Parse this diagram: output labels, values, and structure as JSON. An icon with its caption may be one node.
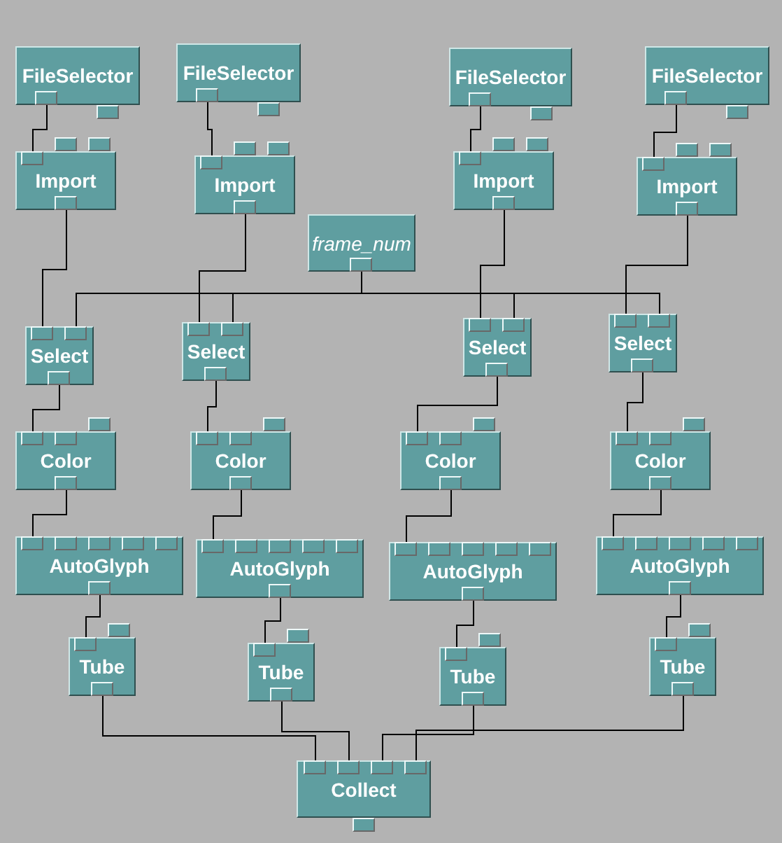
{
  "diagram": {
    "nodes": [
      {
        "text": [
          "FileSelector"
        ]
      },
      {
        "text": [
          "FileSelector"
        ]
      },
      {
        "text": [
          "FileSelector"
        ]
      },
      {
        "text": [
          "FileSelector"
        ]
      },
      {
        "text": [
          "Import"
        ]
      },
      {
        "text": [
          "Import"
        ]
      },
      {
        "text": [
          "Import"
        ]
      },
      {
        "text": [
          "Import"
        ]
      },
      {
        "text": [
          "frame_num"
        ]
      },
      {
        "text": [
          "Select"
        ]
      },
      {
        "text": [
          "Select"
        ]
      },
      {
        "text": [
          "Select"
        ]
      },
      {
        "text": [
          "Select"
        ]
      },
      {
        "text": [
          "Color"
        ]
      },
      {
        "text": [
          "Color"
        ]
      },
      {
        "text": [
          "Color"
        ]
      },
      {
        "text": [
          "Color"
        ]
      },
      {
        "text": [
          "AutoGlyph"
        ]
      },
      {
        "text": [
          "AutoGlyph"
        ]
      },
      {
        "text": [
          "AutoGlyph"
        ]
      },
      {
        "text": [
          "AutoGlyph"
        ]
      },
      {
        "text": [
          "Tube"
        ]
      },
      {
        "text": [
          "Tube"
        ]
      },
      {
        "text": [
          "Tube"
        ]
      },
      {
        "text": [
          "Tube"
        ]
      },
      {
        "text": [
          "Collect"
        ]
      }
    ],
    "edges": [
      {
        "from": 0,
        "to": 4,
        "arrow": "none"
      },
      {
        "from": 1,
        "to": 5,
        "arrow": "none"
      },
      {
        "from": 2,
        "to": 6,
        "arrow": "none"
      },
      {
        "from": 3,
        "to": 7,
        "arrow": "none"
      },
      {
        "from": 4,
        "to": 9,
        "arrow": "none"
      },
      {
        "from": 5,
        "to": 10,
        "arrow": "none"
      },
      {
        "from": 6,
        "to": 11,
        "arrow": "none"
      },
      {
        "from": 7,
        "to": 12,
        "arrow": "none"
      },
      {
        "from": 8,
        "to": 9,
        "arrow": "none"
      },
      {
        "from": 8,
        "to": 10,
        "arrow": "none"
      },
      {
        "from": 8,
        "to": 11,
        "arrow": "none"
      },
      {
        "from": 8,
        "to": 12,
        "arrow": "none"
      },
      {
        "from": 9,
        "to": 13,
        "arrow": "none"
      },
      {
        "from": 10,
        "to": 14,
        "arrow": "none"
      },
      {
        "from": 11,
        "to": 15,
        "arrow": "none"
      },
      {
        "from": 12,
        "to": 16,
        "arrow": "none"
      },
      {
        "from": 13,
        "to": 17,
        "arrow": "none"
      },
      {
        "from": 14,
        "to": 18,
        "arrow": "none"
      },
      {
        "from": 15,
        "to": 19,
        "arrow": "none"
      },
      {
        "from": 16,
        "to": 20,
        "arrow": "none"
      },
      {
        "from": 17,
        "to": 21,
        "arrow": "none"
      },
      {
        "from": 18,
        "to": 22,
        "arrow": "none"
      },
      {
        "from": 19,
        "to": 23,
        "arrow": "none"
      },
      {
        "from": 20,
        "to": 24,
        "arrow": "none"
      },
      {
        "from": 21,
        "to": 25,
        "arrow": "none"
      },
      {
        "from": 22,
        "to": 25,
        "arrow": "none"
      },
      {
        "from": 23,
        "to": 25,
        "arrow": "none"
      },
      {
        "from": 24,
        "to": 25,
        "arrow": "none"
      }
    ]
  }
}
